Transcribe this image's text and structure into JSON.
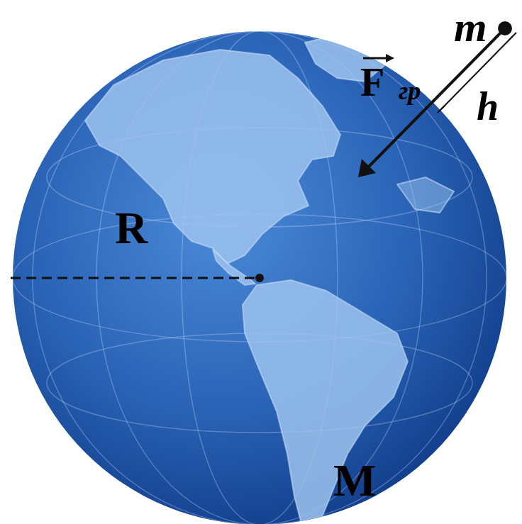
{
  "diagram": {
    "labels": [
      "m",
      "F",
      "гр",
      "h",
      "R",
      "M"
    ]
  }
}
